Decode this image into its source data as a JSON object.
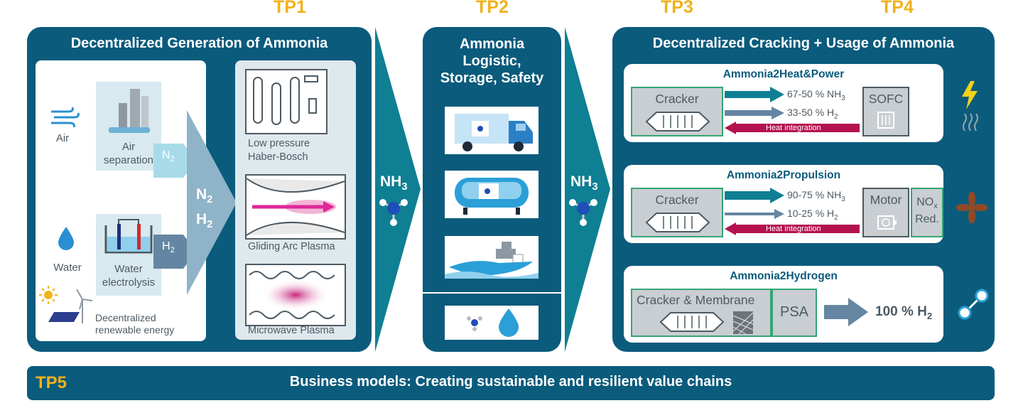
{
  "tp_labels": {
    "tp1": "TP1",
    "tp2": "TP2",
    "tp3": "TP3",
    "tp4": "TP4",
    "tp5": "TP5"
  },
  "generation": {
    "title": "Decentralized Generation of Ammonia",
    "air": "Air",
    "air_sep_1": "Air",
    "air_sep_2": "separation",
    "water": "Water",
    "elec_1": "Water",
    "elec_2": "electrolysis",
    "renew_1": "Decentralized",
    "renew_2": "renewable energy",
    "n2": "N",
    "n2_sub": "2",
    "h2": "H",
    "h2_sub": "2",
    "big_n": "N",
    "big_n_sub": "2",
    "big_h": "H",
    "big_h_sub": "2",
    "hb_1": "Low pressure",
    "hb_2": "Haber-Bosch",
    "gliding": "Gliding Arc Plasma",
    "microwave": "Microwave Plasma"
  },
  "nh3_label": "NH",
  "nh3_sub": "3",
  "logistic": {
    "t1": "Ammonia",
    "t2": "Logistic,",
    "t3": "Storage, Safety"
  },
  "cracking": {
    "title": "Decentralized Cracking + Usage of Ammonia",
    "card1": {
      "title": "Ammonia2Heat&Power",
      "cracker": "Cracker",
      "a1": "67-50 % NH",
      "a1_sub": "3",
      "a2": "33-50 % H",
      "a2_sub": "2",
      "heat": "Heat integration",
      "sofc": "SOFC"
    },
    "card2": {
      "title": "Ammonia2Propulsion",
      "cracker": "Cracker",
      "a1": "90-75 % NH",
      "a1_sub": "3",
      "a2": "10-25 % H",
      "a2_sub": "2",
      "heat": "Heat integration",
      "motor": "Motor",
      "nox": "NO",
      "nox_sub": "x",
      "red": "Red."
    },
    "card3": {
      "title": "Ammonia2Hydrogen",
      "cracker": "Cracker  & Membrane",
      "psa": "PSA",
      "out": "100 % H",
      "out_sub": "2"
    }
  },
  "business": "Business models: Creating sustainable and resilient value chains",
  "colors": {
    "panel": "#0b5b7c",
    "teal": "#0f7f93",
    "accent": "#f0b21b",
    "green": "#35a575",
    "magenta": "#b4124f"
  }
}
